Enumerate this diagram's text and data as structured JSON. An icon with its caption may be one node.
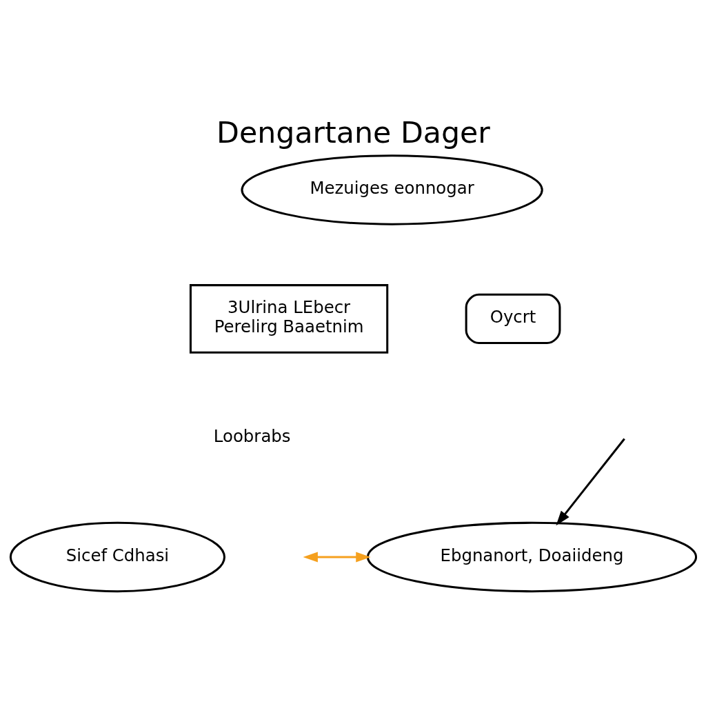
{
  "diagram": {
    "title": "Dengartane Dager",
    "nodes": [
      {
        "text": [
          "Mezuiges eonnogar"
        ]
      },
      {
        "text": [
          "3Ulrina LEbecr",
          "Perelirg Baaetnim"
        ]
      },
      {
        "text": [
          "Oycrt"
        ]
      },
      {
        "text": [
          "Sicef Cdhasi"
        ]
      },
      {
        "text": [
          "Ebgnanort, Doaiideng"
        ]
      }
    ],
    "edges": [
      {
        "from": null,
        "to": 4,
        "arrow": "to"
      },
      {
        "from": null,
        "to": 4,
        "arrow": "both",
        "color": "#f5a01e"
      }
    ],
    "labels": [
      "Loobrabs"
    ]
  }
}
